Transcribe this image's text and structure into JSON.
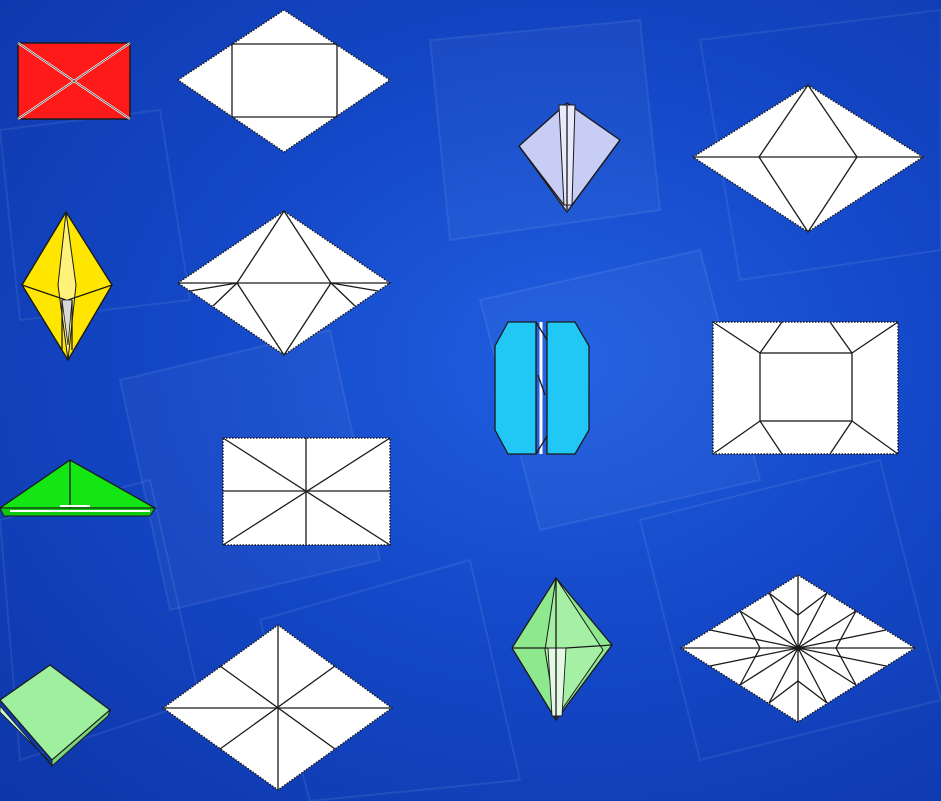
{
  "scene": {
    "description_label": "",
    "colors": {
      "background": "#1450d0",
      "crease_line": "#1a1a1a",
      "paper_white": "#ffffff",
      "model_red": "#ff1a1a",
      "model_yellow": "#ffe600",
      "model_green": "#14e614",
      "model_light_green": "#9ef09e",
      "model_lavender": "#c8cdf5",
      "model_cyan": "#22c8f5",
      "model_pale_green": "#8ee88e"
    },
    "rows": [
      {
        "name": "row-1-left",
        "model_color": "red",
        "diagram": "diamond-with-rectangle"
      },
      {
        "name": "row-2-left",
        "model_color": "yellow",
        "diagram": "diamond-with-triangle-flaps"
      },
      {
        "name": "row-3-left",
        "model_color": "green",
        "diagram": "rectangle-with-star-creases"
      },
      {
        "name": "row-4-left",
        "model_color": "light-green",
        "diagram": "diamond-with-x-creases"
      },
      {
        "name": "row-1-right",
        "model_color": "lavender",
        "diagram": "diamond-with-inner-rhombus"
      },
      {
        "name": "row-2-right",
        "model_color": "cyan",
        "diagram": "rectangle-with-inner-frame"
      },
      {
        "name": "row-3-right",
        "model_color": "pale-green",
        "diagram": "diamond-with-radial-star"
      }
    ]
  }
}
